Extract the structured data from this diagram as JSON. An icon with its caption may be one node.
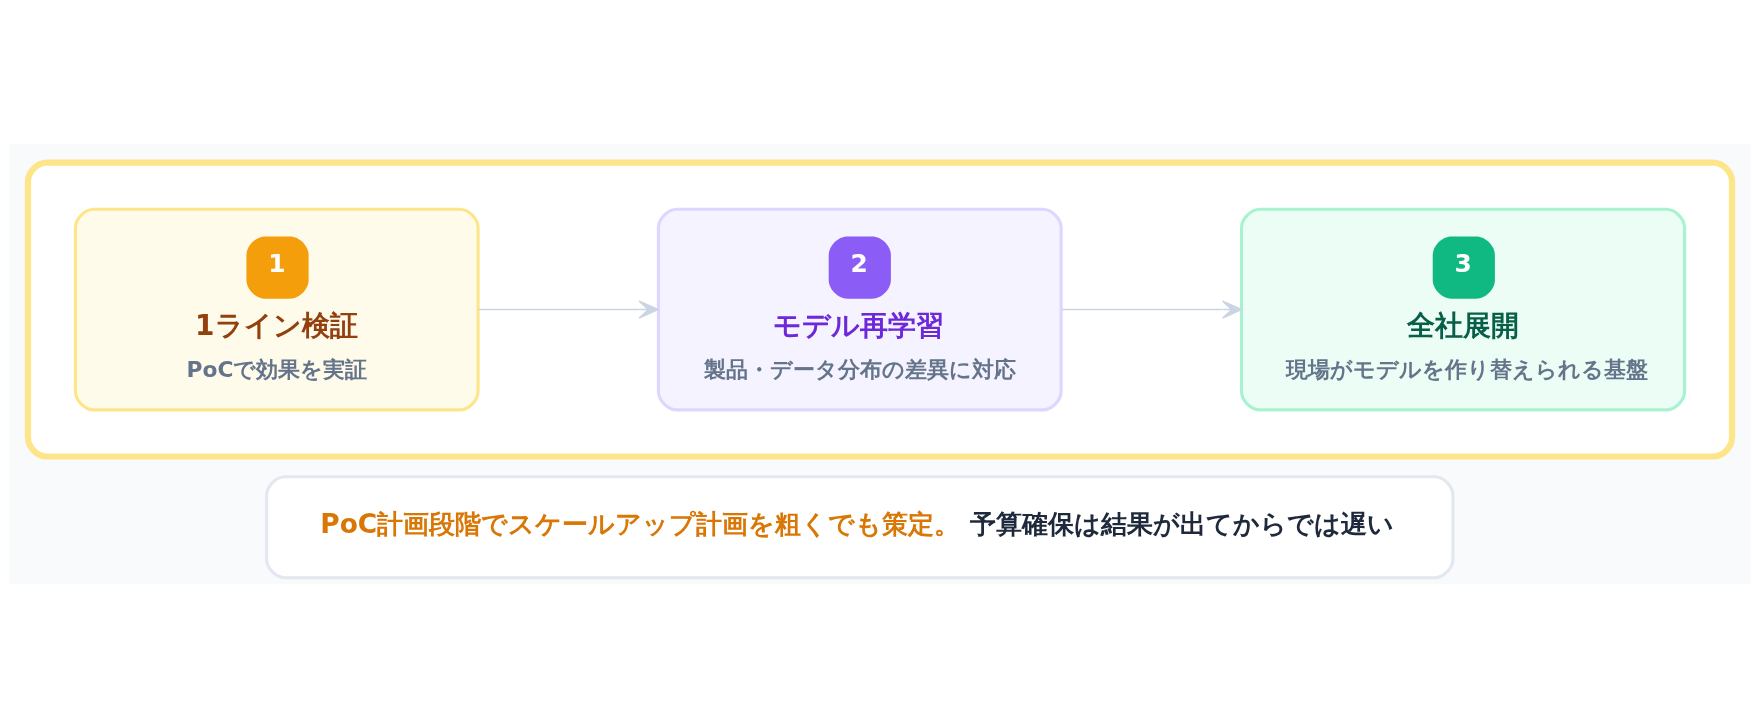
{
  "diagram": {
    "nodes": [
      {
        "text": [],
        "shape": "box"
      },
      {
        "text": [
          "1",
          "1ライン検証",
          "PoCで効果を実証"
        ],
        "in": 0
      },
      {
        "text": [
          "2",
          "モデル再学習",
          "製品・データ分布の差異に対応"
        ],
        "in": 0
      },
      {
        "text": [
          "3",
          "全社展開",
          "現場がモデルを作り替えられる基盤"
        ],
        "in": 0
      },
      {
        "text": [
          "PoC計画段階でスケールアップ計画を粗くでも策定。",
          "予算確保は結果が出てからでは遅い"
        ]
      }
    ],
    "edges": [
      {
        "from": 1,
        "to": 2,
        "arrow": "to"
      },
      {
        "from": 2,
        "to": 3,
        "arrow": "to"
      }
    ]
  }
}
